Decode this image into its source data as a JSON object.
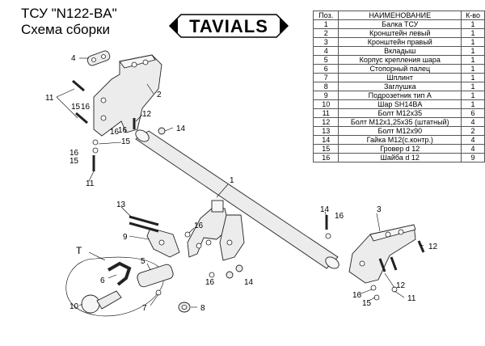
{
  "header": {
    "title_line1": "ТСУ  \"N122-BA\"",
    "title_line2": "Схема сборки",
    "logo_text": "TAVIALS"
  },
  "parts_table": {
    "columns": [
      "Поз.",
      "НАИМЕНОВАНИЕ",
      "К-во"
    ],
    "rows": [
      [
        "1",
        "Балка ТСУ",
        "1"
      ],
      [
        "2",
        "Кронштейн левый",
        "1"
      ],
      [
        "3",
        "Кронштейн правый",
        "1"
      ],
      [
        "4",
        "Вкладыш",
        "1"
      ],
      [
        "5",
        "Корпус крепления шара",
        "1"
      ],
      [
        "6",
        "Стопорный палец",
        "1"
      ],
      [
        "7",
        "Шплинт",
        "1"
      ],
      [
        "8",
        "Заглушка",
        "1"
      ],
      [
        "9",
        "Подрозетник тип А",
        "1"
      ],
      [
        "10",
        "Шар SH14BA",
        "1"
      ],
      [
        "11",
        "Болт M12x35",
        "6"
      ],
      [
        "12",
        "Болт M12x1,25x35 (штатный)",
        "4"
      ],
      [
        "13",
        "Болт M12x90",
        "2"
      ],
      [
        "14",
        "Гайка M12(с.контр.)",
        "4"
      ],
      [
        "15",
        "Гровер d 12",
        "4"
      ],
      [
        "16",
        "Шайба d 12",
        "9"
      ]
    ]
  },
  "callouts": [
    "4",
    "2",
    "11",
    "15",
    "16",
    "12",
    "16",
    "14",
    "16",
    "15",
    "16",
    "15",
    "11",
    "1",
    "13",
    "16",
    "9",
    "14",
    "16",
    "3",
    "12",
    "T",
    "6",
    "5",
    "16",
    "14",
    "10",
    "7",
    "8",
    "12",
    "11",
    "16",
    "15"
  ]
}
